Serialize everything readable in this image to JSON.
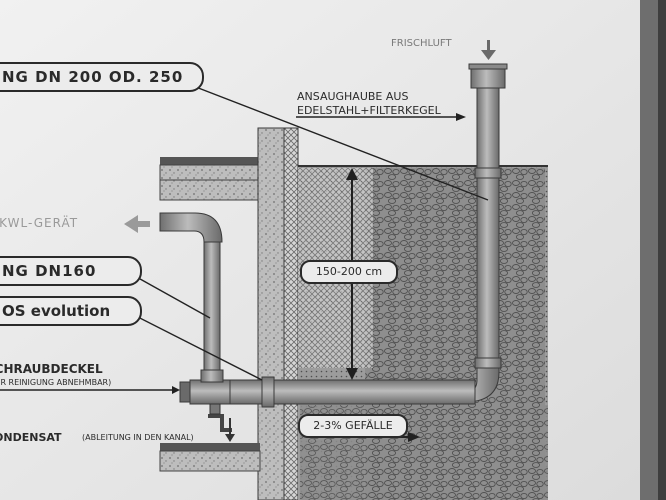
{
  "labels": {
    "pipe_outer": "NG DN 200 OD. 250",
    "pipe_inner": "NG DN160",
    "system": "OS evolution",
    "to_unit": "ZUR KWL-GERÄT",
    "fresh_air": "FRISCHLUFT",
    "intake_line1": "ANSAUGHAUBE AUS",
    "intake_line2": "EDELSTAHL+FILTERKEGEL",
    "depth": "150-200 cm",
    "screw_cap": "SCHRAUBDECKEL",
    "screw_cap_note": "(ZUR REINIGUNG ABNEHMBAR)",
    "condensate": "KONDENSAT",
    "condensate_note": "(ABLEITUNG IN DEN KANAL)",
    "slope": "2-3% GEFÄLLE"
  },
  "colors": {
    "paper": "#ebebeb",
    "ink": "#2a2a2a",
    "pipe": "#9a9a9a",
    "gravel": "#8e8e8e",
    "soil": "#bdbdbd"
  }
}
